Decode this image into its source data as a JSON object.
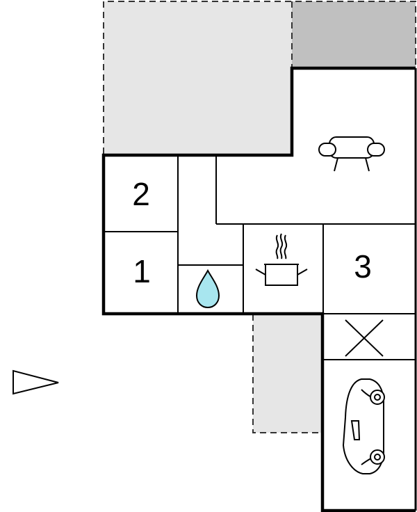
{
  "floorplan": {
    "rooms": {
      "bedroom_top": {
        "number": "2"
      },
      "bedroom_bottom": {
        "number": "1"
      },
      "bedroom_right": {
        "number": "3"
      }
    },
    "icons": {
      "living": "sofa-icon",
      "bath": "water-drop-icon",
      "kitchen": "cooking-pot-icon",
      "storage": "cross-icon",
      "garage": "car-icon",
      "orientation": "north-arrow-icon"
    },
    "colors": {
      "outdoor_light": "#e6e6e6",
      "outdoor_dark": "#c0c0c0",
      "water": "#a8e6ef",
      "wall": "#000000"
    }
  }
}
